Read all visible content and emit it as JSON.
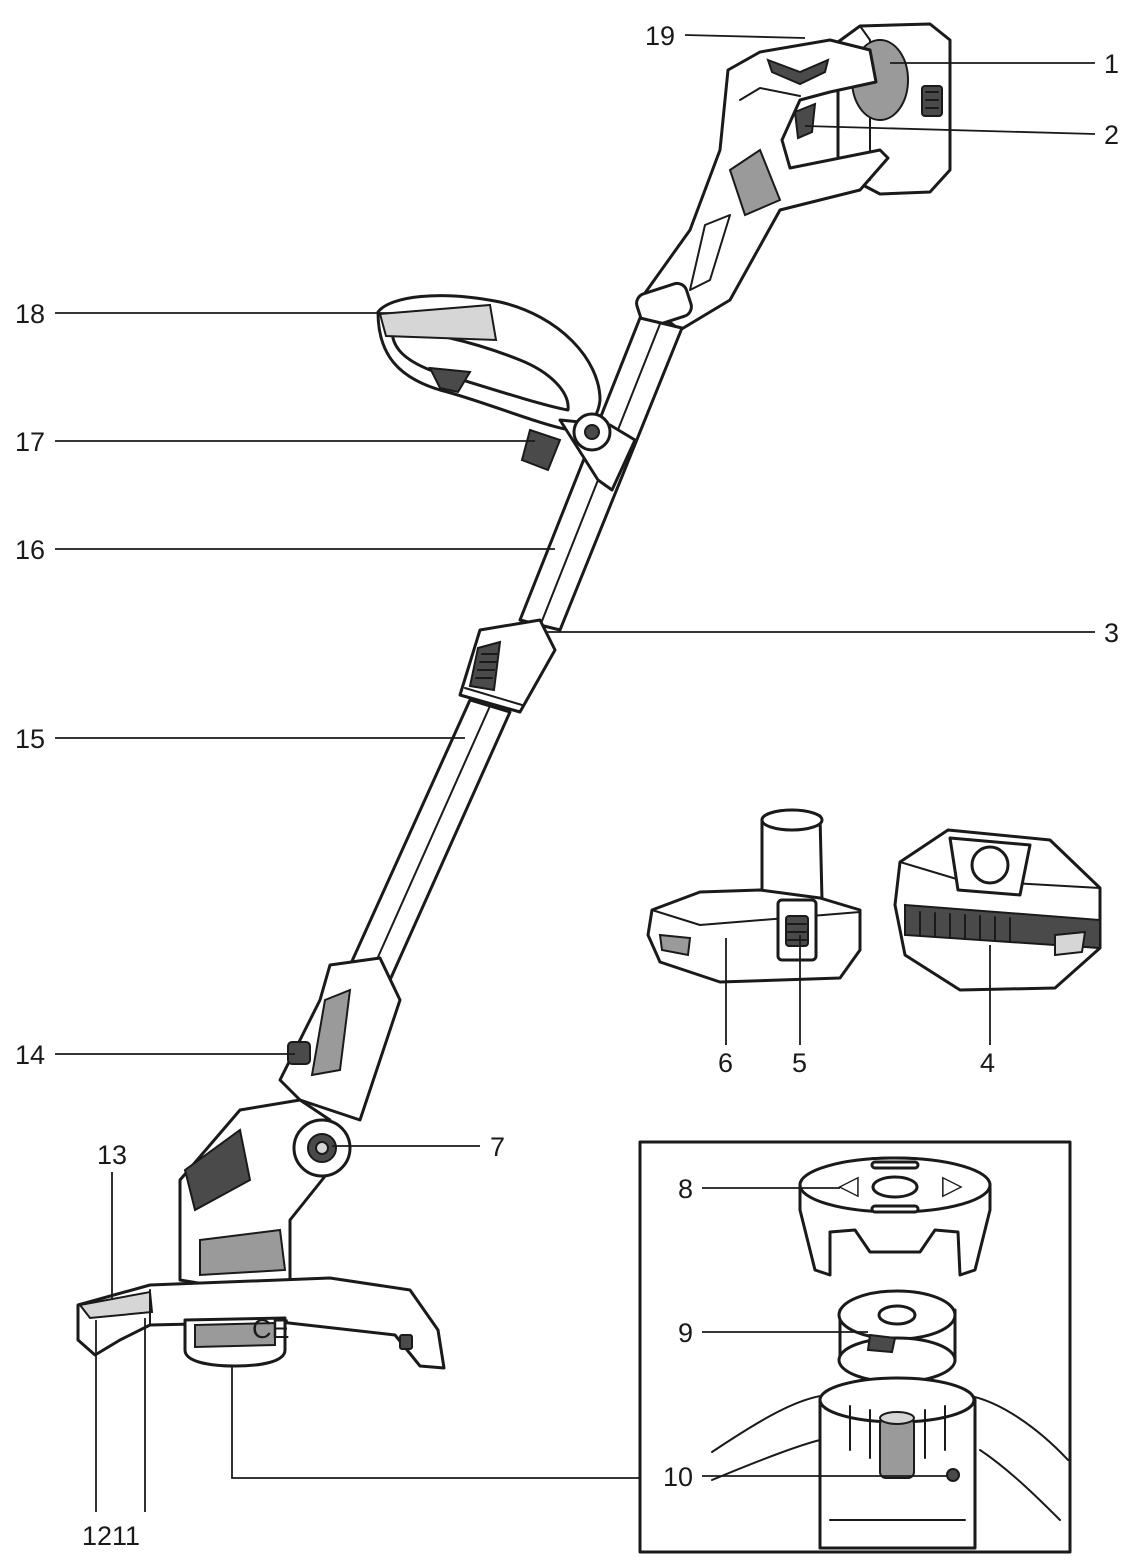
{
  "diagram": {
    "callouts": [
      {
        "id": "c1",
        "label": "1"
      },
      {
        "id": "c2",
        "label": "2"
      },
      {
        "id": "c3",
        "label": "3"
      },
      {
        "id": "c4",
        "label": "4"
      },
      {
        "id": "c5",
        "label": "5"
      },
      {
        "id": "c6",
        "label": "6"
      },
      {
        "id": "c7",
        "label": "7"
      },
      {
        "id": "c8",
        "label": "8"
      },
      {
        "id": "c9",
        "label": "9"
      },
      {
        "id": "c10",
        "label": "10"
      },
      {
        "id": "c11",
        "label": "11"
      },
      {
        "id": "c12",
        "label": "12"
      },
      {
        "id": "c13",
        "label": "13"
      },
      {
        "id": "c14",
        "label": "14"
      },
      {
        "id": "c15",
        "label": "15"
      },
      {
        "id": "c16",
        "label": "16"
      },
      {
        "id": "c17",
        "label": "17"
      },
      {
        "id": "c18",
        "label": "18"
      },
      {
        "id": "c19",
        "label": "19"
      }
    ],
    "marks": {
      "spool_cover_arrow": "◁",
      "spool_cover_arrow_right": "▷",
      "guard_marking": "CE"
    }
  }
}
